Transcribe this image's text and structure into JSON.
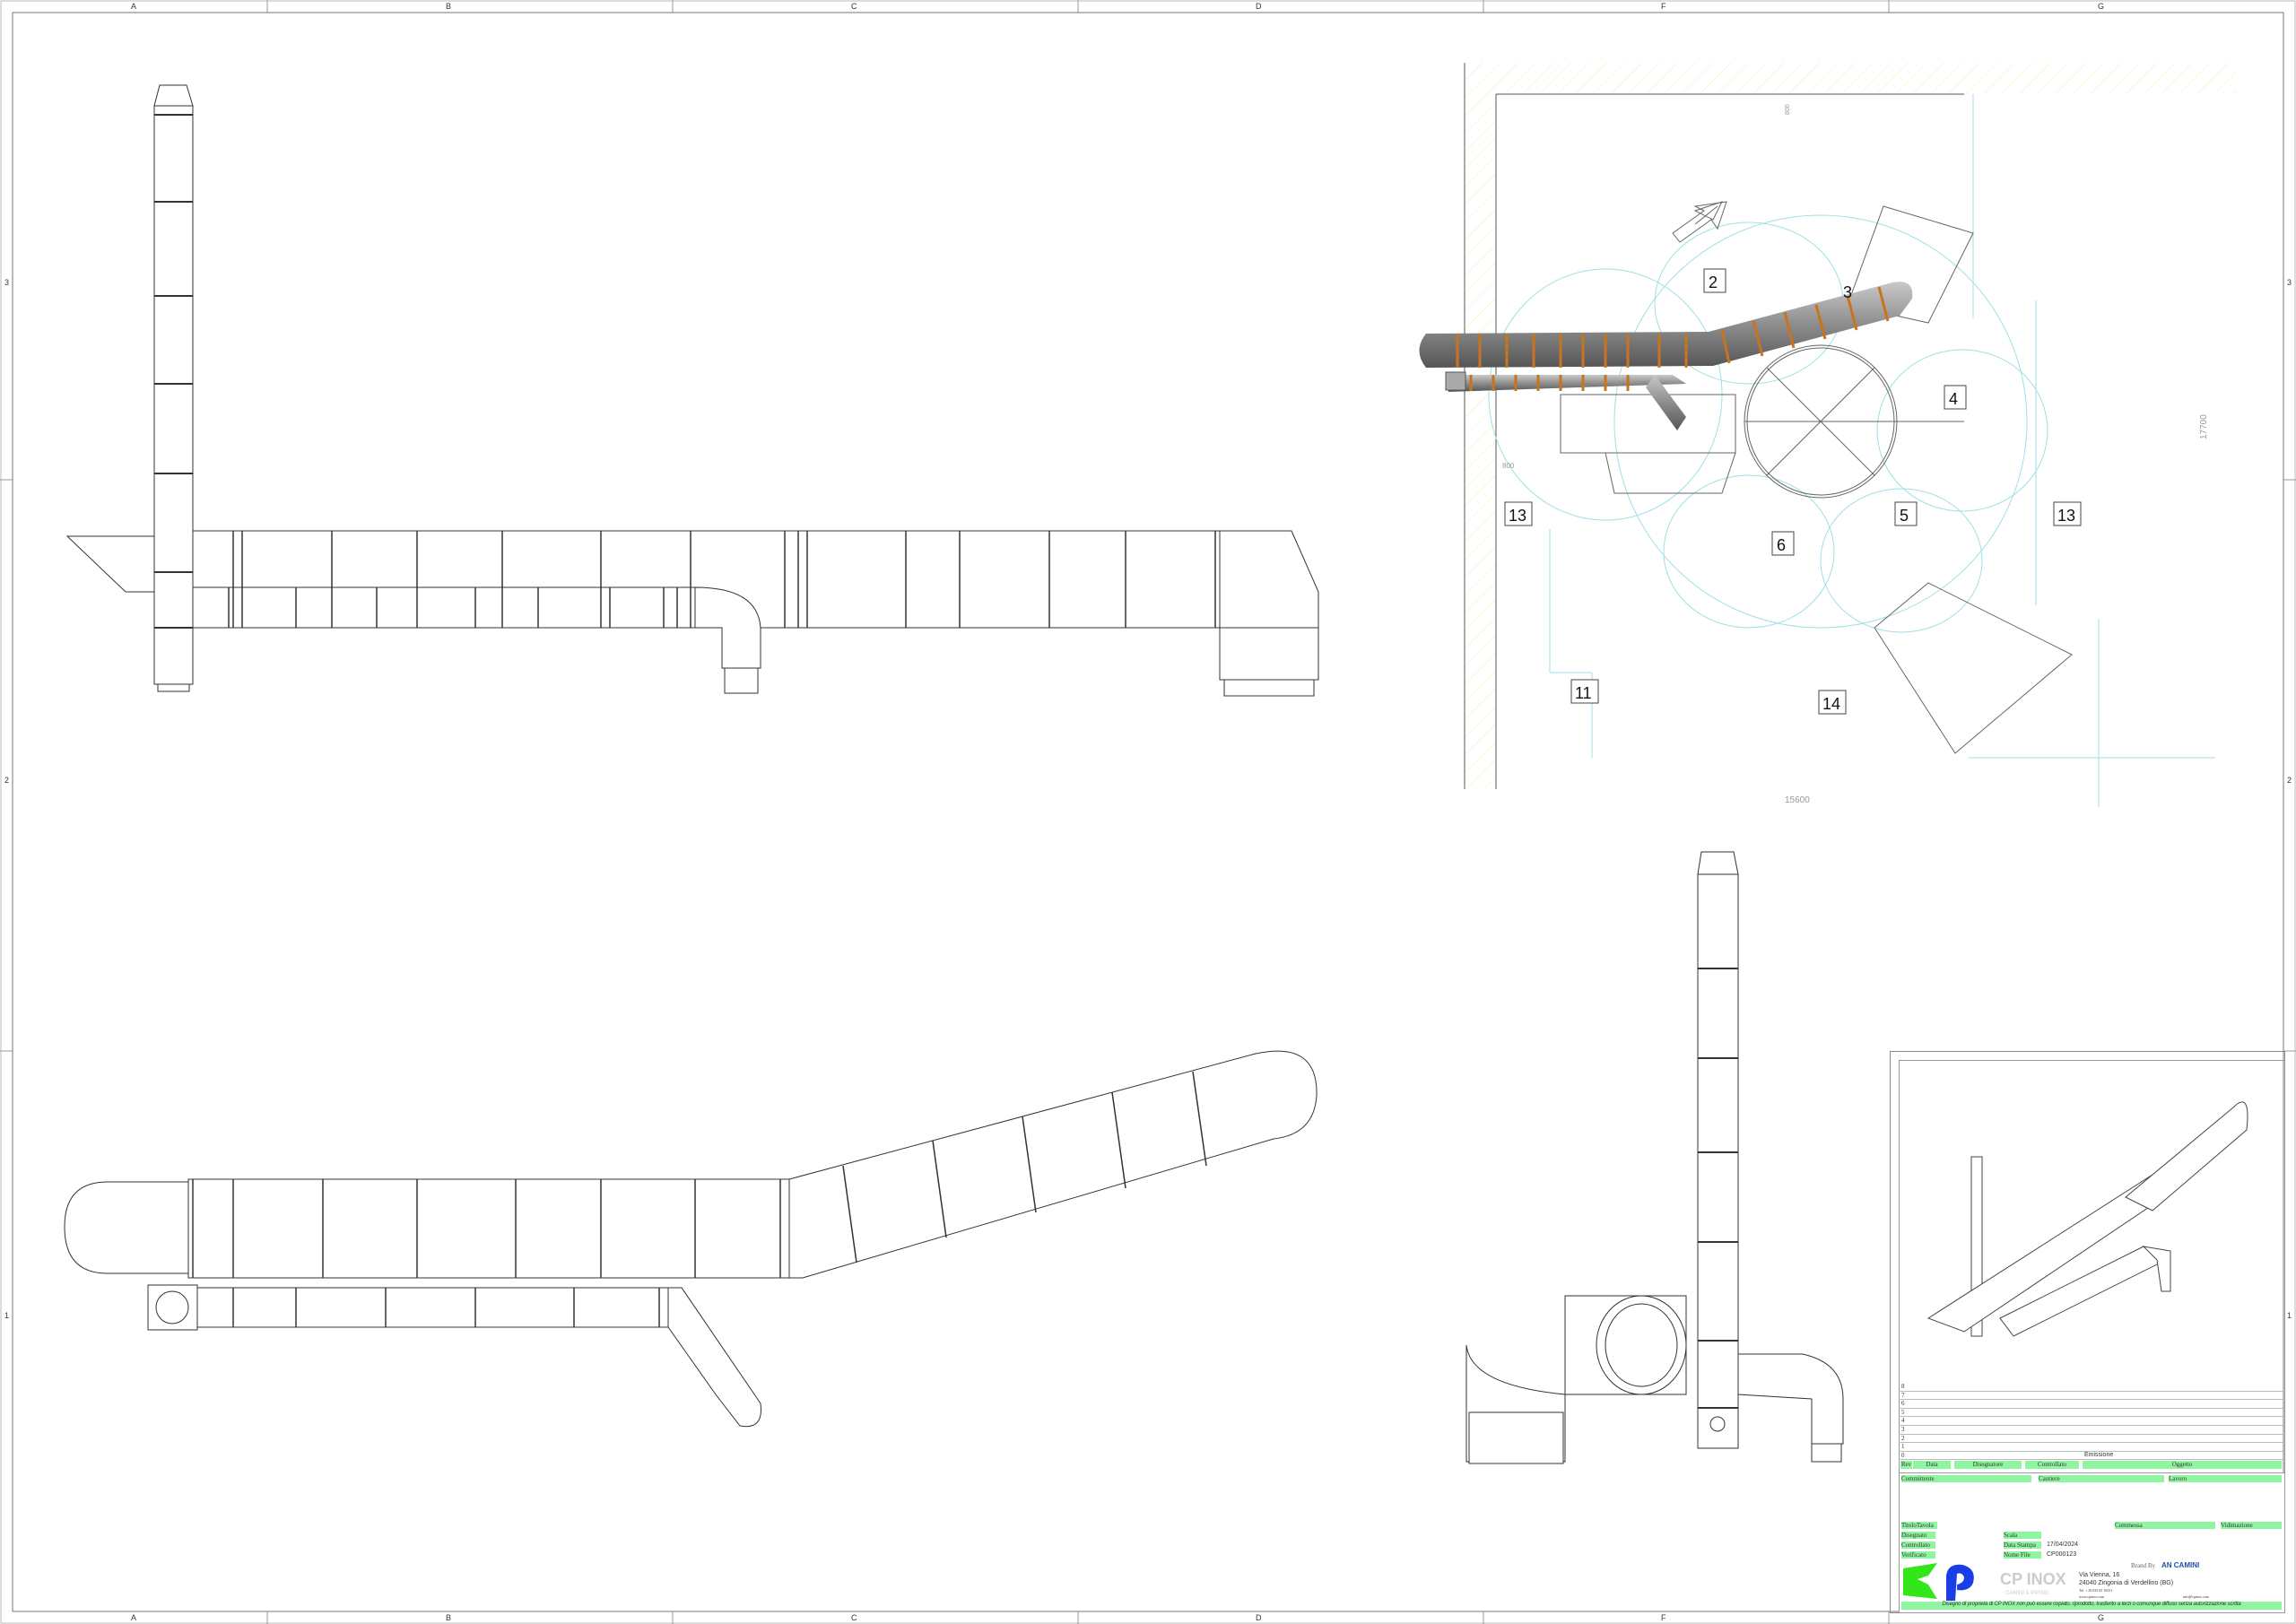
{
  "sheet": {
    "column_labels": [
      "A",
      "B",
      "C",
      "D",
      "F",
      "G"
    ],
    "row_labels": [
      "3",
      "2",
      "1"
    ]
  },
  "plan_view": {
    "callouts": [
      "2",
      "3",
      "4",
      "5",
      "6",
      "13",
      "13",
      "11",
      "14"
    ],
    "dimensions": {
      "width": "15600",
      "height": "17700",
      "offset_left": "800",
      "offset_top": "800"
    }
  },
  "title_block": {
    "revisions": [
      {
        "rev": "8",
        "oggetto": ""
      },
      {
        "rev": "7",
        "oggetto": ""
      },
      {
        "rev": "6",
        "oggetto": ""
      },
      {
        "rev": "5",
        "oggetto": ""
      },
      {
        "rev": "4",
        "oggetto": ""
      },
      {
        "rev": "3",
        "oggetto": ""
      },
      {
        "rev": "2",
        "oggetto": ""
      },
      {
        "rev": "1",
        "oggetto": ""
      },
      {
        "rev": "0",
        "oggetto": "Emissione"
      }
    ],
    "rev_headers": {
      "rev": "Rev",
      "data": "Data",
      "disegnatore": "Disegnatore",
      "controllato": "Controllato",
      "oggetto": "Oggetto"
    },
    "committente": "Committente",
    "cantiere": "Cantiere",
    "lavoro": "Lavoro",
    "titolo_tavola": "TitoloTavola",
    "commessa": "Commessa",
    "vidimazione": "Vidimazione",
    "disegnato": "Disegnato",
    "controllato": "Controllato",
    "verificato": "Verificato",
    "scala": "Scala",
    "data_stampa_label": "Data Stampa",
    "data_stampa": "17/04/2024",
    "nome_file_label": "Nome File",
    "nome_file": "CP000123",
    "brand_by": "Brand By",
    "brand": "AN CAMINI",
    "company_logo": "CP INOX",
    "company_tagline": "CAMINI & PIPING",
    "address_line1": "Via Vienna, 16",
    "address_line2": "24040 Zingonia di Verdellino (BG)",
    "tel": "Tel. + 39 035 05 10531",
    "web": "www.cpinox.com",
    "email": "info@cpinox.com",
    "disclaimer": "Disegno di proprietà di CP INOX non può essere copiato, riprodotto, trasferito a terzi o comunque diffuso senza autorizzazione scritta"
  },
  "colors": {
    "pipe": "#8a8a8a",
    "band": "#c8741e",
    "aux": "#9ee0e6",
    "label_fill": "#8ff5a0",
    "logo_green": "#33e61a",
    "logo_blue": "#1a3ee6"
  }
}
